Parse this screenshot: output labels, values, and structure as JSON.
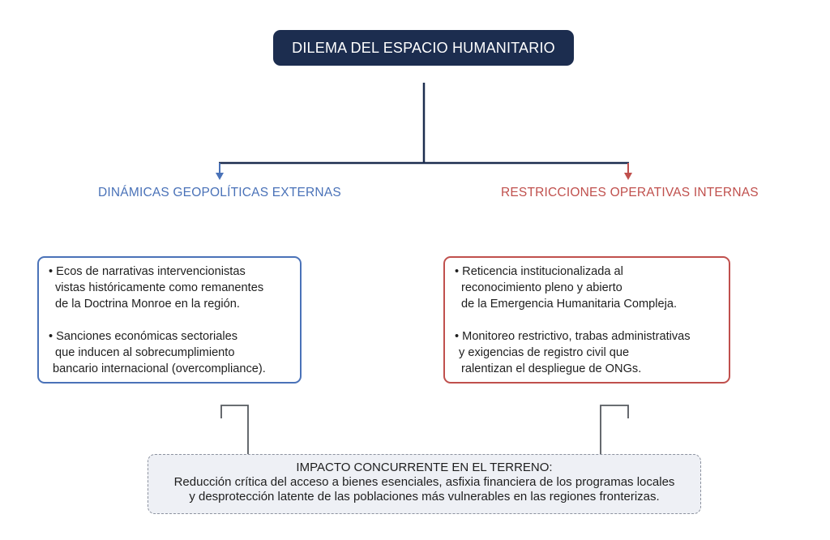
{
  "title": "DILEMA DEL ESPACIO HUMANITARIO",
  "branches": {
    "left": {
      "label": "DINÁMICAS GEOPOLÍTICAS EXTERNAS",
      "bullets": [
        [
          "• Ecos de narrativas intervencionistas",
          "vistas históricamente como remanentes",
          "de la Doctrina Monroe en la región."
        ],
        [
          "• Sanciones económicas sectoriales",
          "que inducen al sobrecumplimiento",
          "bancario internacional (overcompliance)."
        ]
      ]
    },
    "right": {
      "label": "RESTRICCIONES OPERATIVAS INTERNAS",
      "bullets": [
        [
          "• Reticencia institucionalizada al",
          "reconocimiento pleno y abierto",
          "de la Emergencia Humanitaria Compleja."
        ],
        [
          "• Monitoreo restrictivo, trabas administrativas",
          "y exigencias de registro civil que",
          "ralentizan el despliegue de ONGs."
        ]
      ]
    }
  },
  "impact": {
    "heading": "IMPACTO CONCURRENTE EN EL TERRENO:",
    "lines": [
      "Reducción crítica del acceso a bienes esenciales, asfixia financiera de los programas locales",
      "y desprotección latente de las poblaciones más vulnerables en las regiones fronterizas."
    ]
  },
  "colors": {
    "title_bg": "#1c2d4f",
    "trunk": "#1c2d4f",
    "left_accent": "#4a72b8",
    "right_accent": "#c0504d",
    "impact_bg": "#eef0f5",
    "impact_border": "#8d93a0",
    "connector_gray": "#55595f"
  }
}
